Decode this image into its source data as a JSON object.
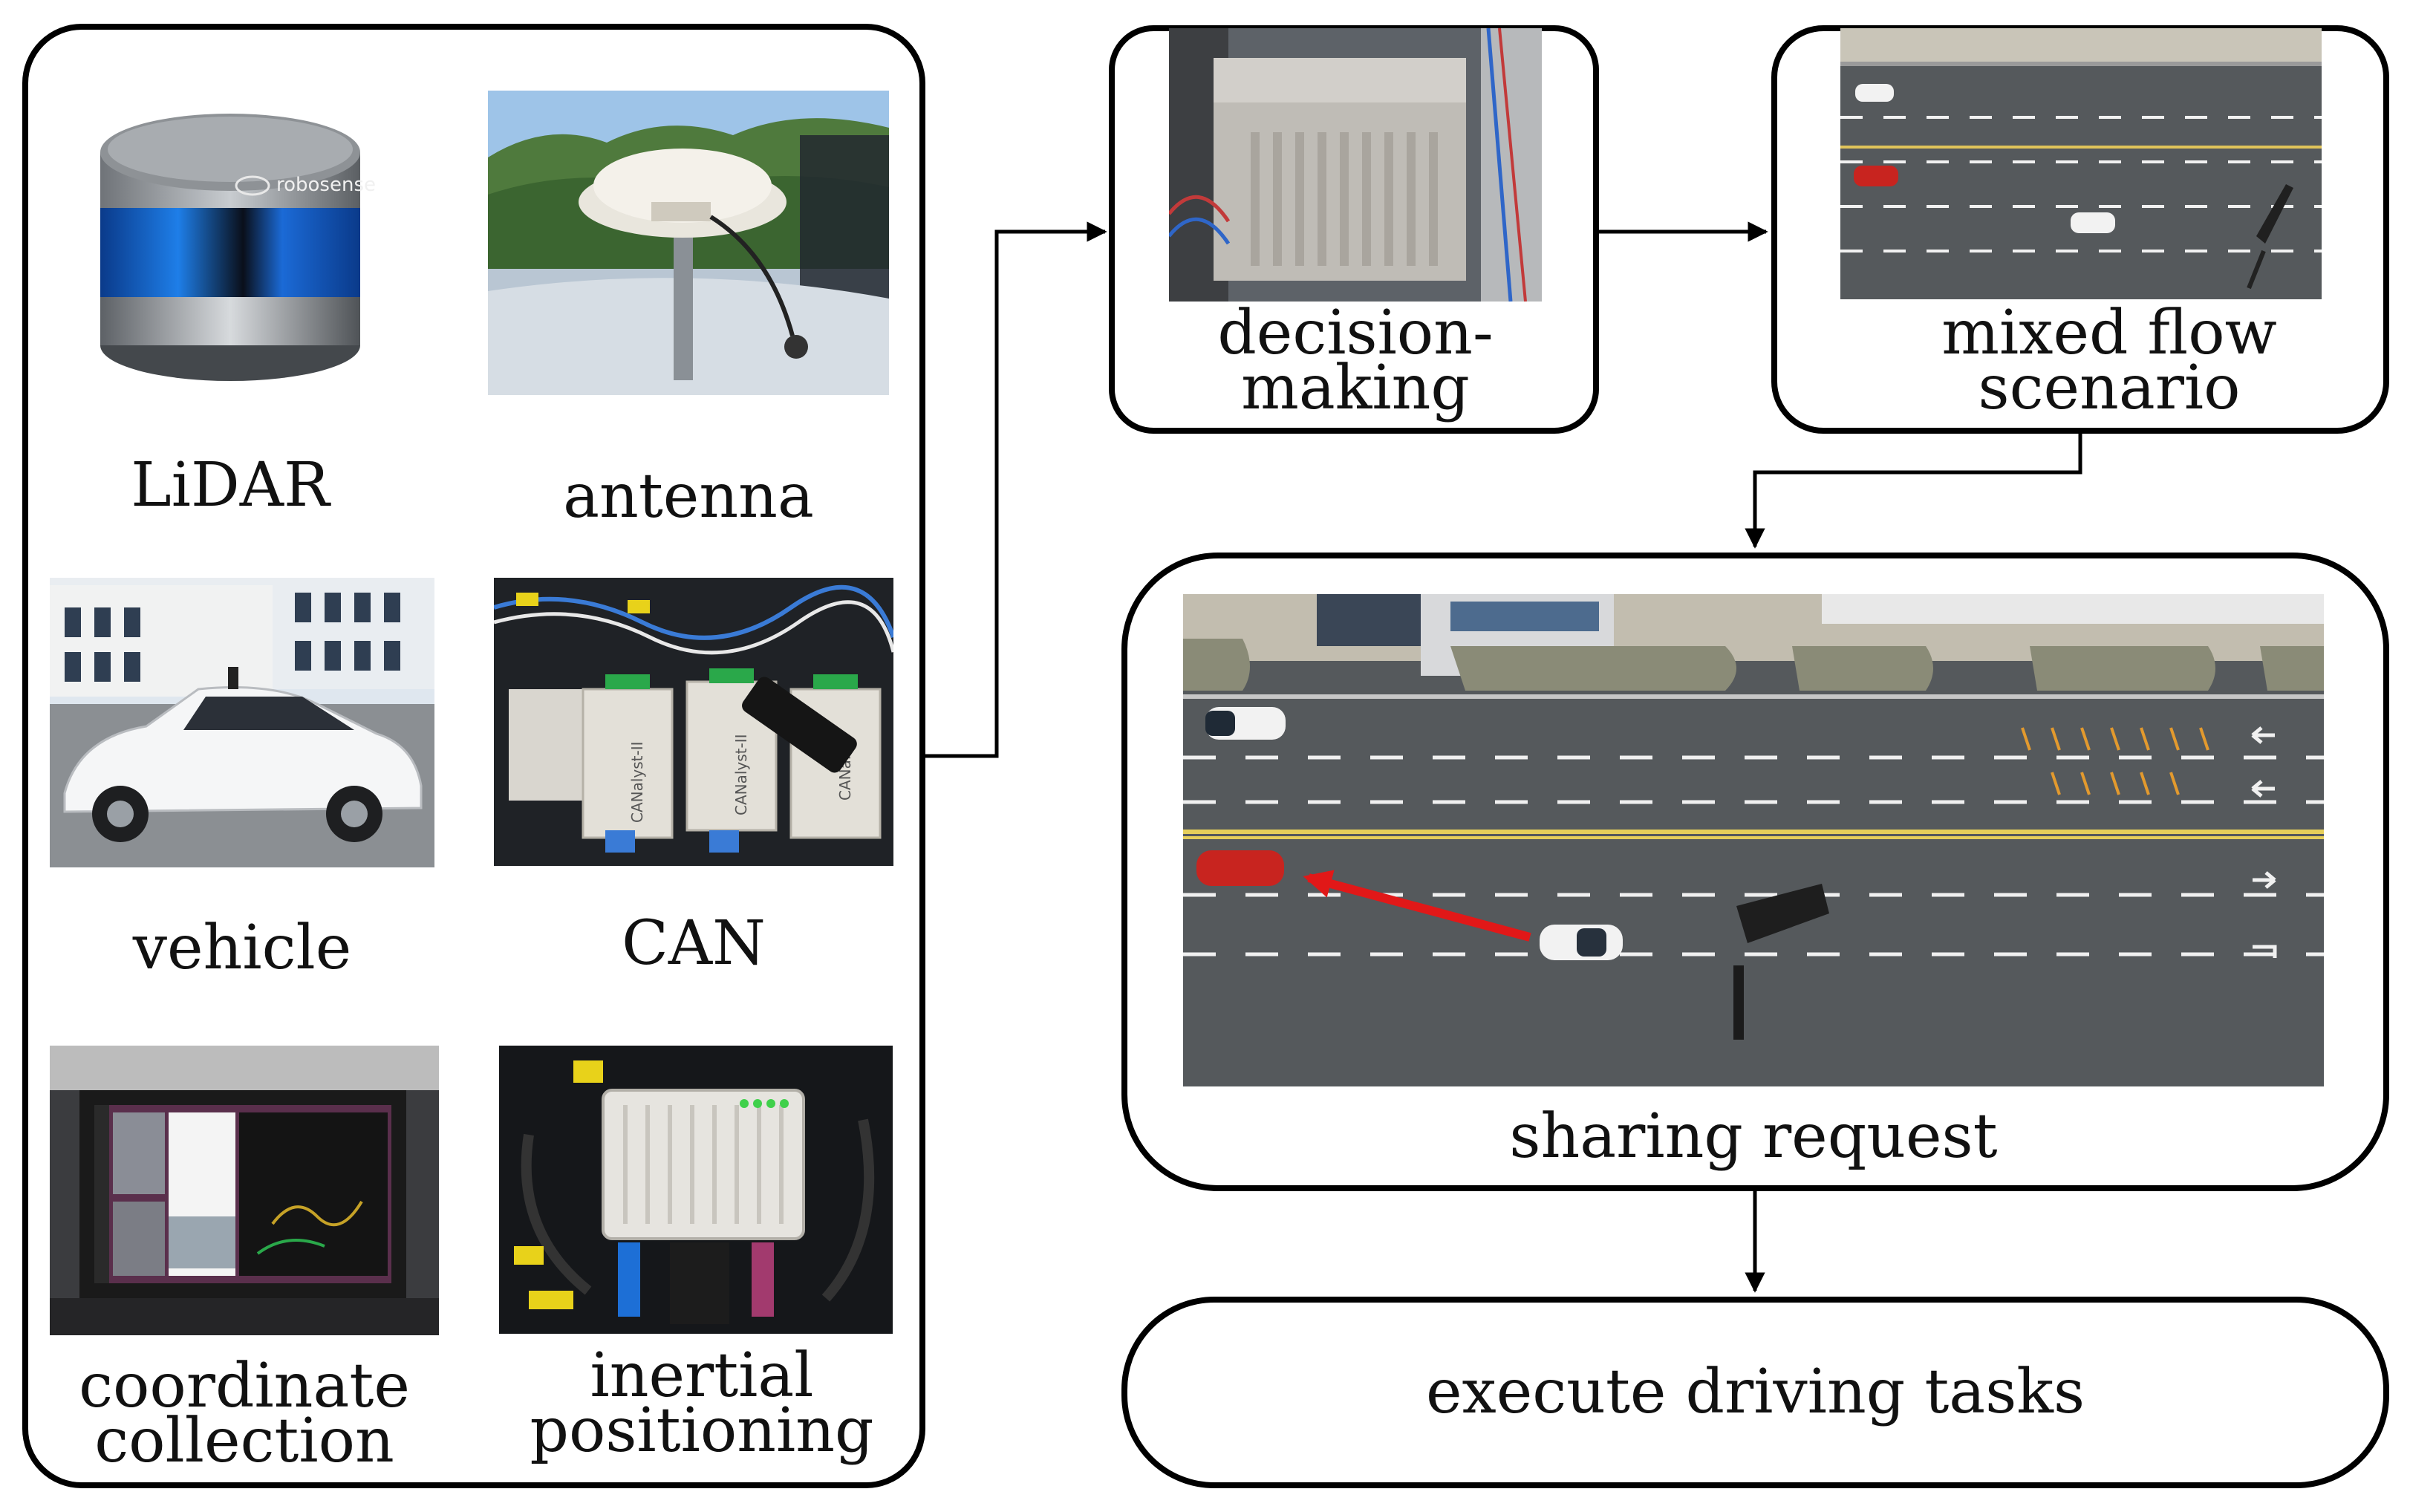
{
  "sensors": {
    "lidar": {
      "label": "LiDAR",
      "brand": "robosense"
    },
    "antenna": {
      "label": "antenna"
    },
    "vehicle": {
      "label": "vehicle"
    },
    "can": {
      "label": "CAN",
      "device_text": [
        "CANalyst-II",
        "CANalyst-II",
        "CANal"
      ]
    },
    "coordinate": {
      "line1": "coordinate",
      "line2": "collection"
    },
    "inertial": {
      "line1": "inertial",
      "line2": "positioning"
    }
  },
  "decision": {
    "line1": "decision-",
    "line2": "making"
  },
  "mixed_flow": {
    "line1": "mixed flow",
    "line2": "scenario"
  },
  "sharing": {
    "label": "sharing request"
  },
  "execute": {
    "label": "execute driving tasks"
  },
  "colors": {
    "border": "#000000",
    "arrow": "#000000",
    "highlight_arrow": "#e11818",
    "road": "#55595c"
  }
}
